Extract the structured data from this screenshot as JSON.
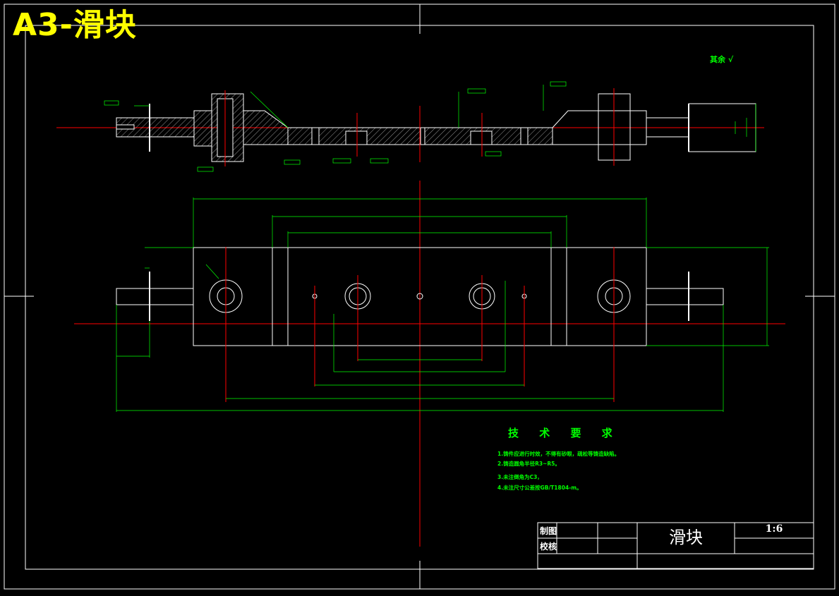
{
  "title": "A3-滑块",
  "technical_requirements": {
    "heading": "技 术 要 求",
    "items": [
      "1.铸件应进行时效，不得有砂眼，疏松等铸造缺陷。",
      "2.铸造圆角半径R3~R5。",
      "3.未注倒角为C3，",
      "4.未注尺寸公差按GB/T1804-m。"
    ]
  },
  "title_block": {
    "drawn_label": "制图",
    "checked_label": "校核",
    "part_name": "滑块",
    "scale": "1:6"
  },
  "roughness_note": "其余 √",
  "colors": {
    "background": "#000000",
    "outline": "#ffffff",
    "dimension": "#00ff00",
    "centerline": "#ff0000",
    "title": "#ffff00"
  }
}
